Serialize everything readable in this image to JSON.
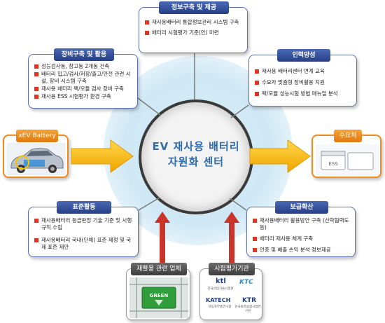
{
  "center": {
    "line1": "EV 재사용 배터리",
    "line2": "자원화 센터"
  },
  "info": {
    "title": "정보구축 및 제공",
    "items": [
      "재사용배터리 통합정보관리 시스템 구축",
      "배터리 시험평가 기준(안) 마련"
    ]
  },
  "equipment": {
    "title": "장비구축 및 활용",
    "items": [
      "성능검사동, 창고동 2개동 건축",
      "배터리 입고/검사/저장/출고/안전 관련 시설, 장비 시스템 구축",
      "재사용 배터리 팩/모듈 검사 장비 구축",
      "재사용 ESS 시험평가 환경 구축"
    ]
  },
  "hr": {
    "title": "인력양성",
    "items": [
      "재사용 배터리센터 연계 교육",
      "수요자 맞춤형 장비활용 지원",
      "팩/모듈 성능시험 방법 매뉴얼 분석"
    ]
  },
  "standard": {
    "title": "표준활동",
    "items": [
      "재사용배터리 등급판정 기술 기준 및 시행규칙 수립",
      "재사용배터리 국내(단체) 표준 제정 및 국제 표준 제안"
    ]
  },
  "spread": {
    "title": "보급확산",
    "items": [
      "재사용배터리 활용방안 구축 (산학협력도 등)",
      "배터리 재사용 체계 구축",
      "인증 및 배출 손익 분석 정보제공"
    ]
  },
  "input": {
    "label": "xEV Battery"
  },
  "output": {
    "label": "수요처",
    "ess_label": "ESS"
  },
  "industry": {
    "label": "재활용 관련 업체",
    "chip_label": "GREEN"
  },
  "institutes": {
    "label": "시험평가기관",
    "logos": [
      {
        "name": "ktl",
        "sub": "한국산업기술시험원"
      },
      {
        "name": "KTC",
        "sub": ""
      },
      {
        "name": "KATECH",
        "sub": "자동차부품연구원"
      },
      {
        "name": "KTR",
        "sub": "한국화학융합시험연구원"
      }
    ]
  },
  "colors": {
    "navy": "#263f86",
    "orange": "#f08a1c",
    "red_arrow": "#c9342b",
    "center_text": "#2d6bb3"
  }
}
